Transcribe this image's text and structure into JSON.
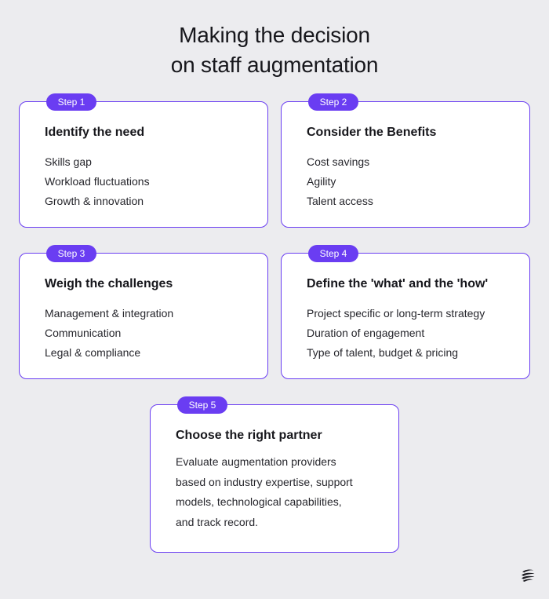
{
  "title": {
    "line1": "Making the decision",
    "line2": "on staff augmentation"
  },
  "steps": [
    {
      "badge": "Step 1",
      "heading": "Identify the need",
      "items": [
        "Skills gap",
        "Workload fluctuations",
        "Growth & innovation"
      ]
    },
    {
      "badge": "Step 2",
      "heading": "Consider the Benefits",
      "items": [
        "Cost savings",
        "Agility",
        "Talent access"
      ]
    },
    {
      "badge": "Step 3",
      "heading": "Weigh the challenges",
      "items": [
        "Management & integration",
        "Communication",
        "Legal & compliance"
      ]
    },
    {
      "badge": "Step 4",
      "heading": "Define the 'what' and the 'how'",
      "items": [
        "Project specific or long-term strategy",
        "Duration of engagement",
        "Type of talent, budget & pricing"
      ]
    },
    {
      "badge": "Step 5",
      "heading": "Choose the right partner",
      "description_lines": [
        "Evaluate augmentation providers",
        "based on industry expertise, support",
        "models, technological capabilities,",
        "and track record."
      ]
    }
  ],
  "colors": {
    "accent": "#6a3df2",
    "background": "#ececef",
    "card": "#ffffff",
    "text": "#17171c"
  },
  "logo_icon": "brand-logo-icon"
}
